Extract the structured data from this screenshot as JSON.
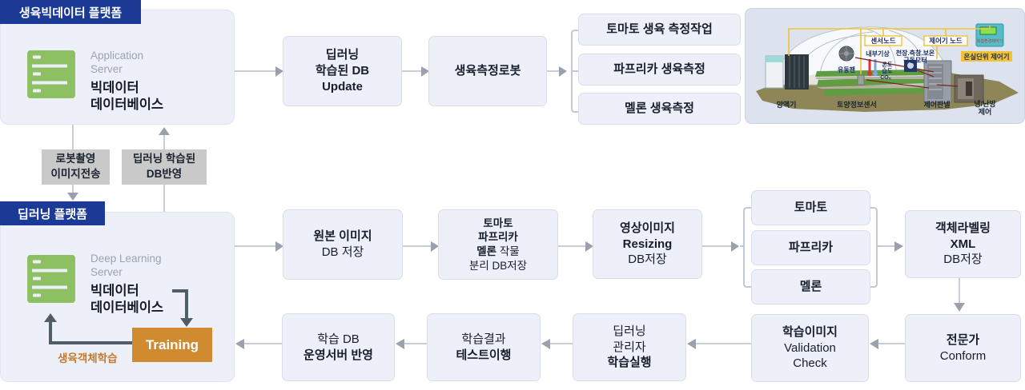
{
  "colors": {
    "header_navy": "#1b3a96",
    "panel_bg": "#edf0f8",
    "box_bg": "#eef0f9",
    "box_border": "#d9ddeb",
    "gray_label_bg": "#c9c9c9",
    "training_orange": "#d08b31",
    "server_green": "#8cc063",
    "dark_arrow": "#4e5d68",
    "flow_line": "#c9cdd6",
    "accent_orange_text": "#c7772a",
    "greenhouse_label_yellow": "#f1c237"
  },
  "platform_top": {
    "header": "생육빅데이터 플랫폼",
    "server_type_l1": "Application",
    "server_type_l2": "Server",
    "server_name_l1": "빅데이터",
    "server_name_l2": "데이터베이스"
  },
  "platform_bottom": {
    "header": "딥러닝 플랫폼",
    "server_type_l1": "Deep Learning",
    "server_type_l2": "Server",
    "server_name_l1": "빅데이터",
    "server_name_l2": "데이터베이스",
    "training": "Training",
    "training_caption": "생육객체학습"
  },
  "transfer": {
    "robot_l1": "로봇촬영",
    "robot_l2": "이미지전송",
    "reflect_l1": "딥러닝 학습된",
    "reflect_l2": "DB반영"
  },
  "flow1": {
    "update_l1": "딥러닝",
    "update_l2": "학습된 DB",
    "update_l3": "Update",
    "robot": "생육측정로봇",
    "meas1": "토마토 생육 측정작업",
    "meas2": "파프리카 생육측정",
    "meas3": "멜론 생육측정"
  },
  "flow2": {
    "origin_l1": "원본 이미지",
    "origin_l2": "DB 저장",
    "sep_l1": "토마토",
    "sep_l2": "파프리카",
    "sep_l3b": "멜론",
    "sep_l3n": "작물",
    "sep_l4": "분리 DB저장",
    "resize_l1": "영상이미지",
    "resize_l2": "Resizing",
    "resize_l3": "DB저장",
    "crop1": "토마토",
    "crop2": "파프리카",
    "crop3": "멜론",
    "xml_l1": "객체라벨링",
    "xml_l2": "XML",
    "xml_l3": "DB저장"
  },
  "flow3": {
    "expert_l1": "전문가",
    "expert_l2": "Conform",
    "valid_l1": "학습이미지",
    "valid_l2": "Validation",
    "valid_l3": "Check",
    "exec_l1": "딥러닝",
    "exec_l2": "관리자",
    "exec_l3": "학습실행",
    "test_l1": "학습결과",
    "test_l2": "테스트이행",
    "deploy_l1": "학습 DB",
    "deploy_l2": "운영서버 반영"
  },
  "greenhouse": {
    "sensor_node": "센서노드",
    "controller_node": "제어기 노드",
    "unit_controller": "온실단위 제어기",
    "device_caption": "복합환경제어기",
    "inner_weather": "내부기상",
    "motor_l1": "천장.측창.보온",
    "motor_l2": "구동모터",
    "temp": "온도",
    "hum": "습도",
    "co2": "CO₂",
    "fan": "유동팬",
    "nutrient": "양액기",
    "soil": "토양정보센서",
    "panel": "제어판넬",
    "hvac_l1": "냉/난방",
    "hvac_l2": "제어"
  }
}
